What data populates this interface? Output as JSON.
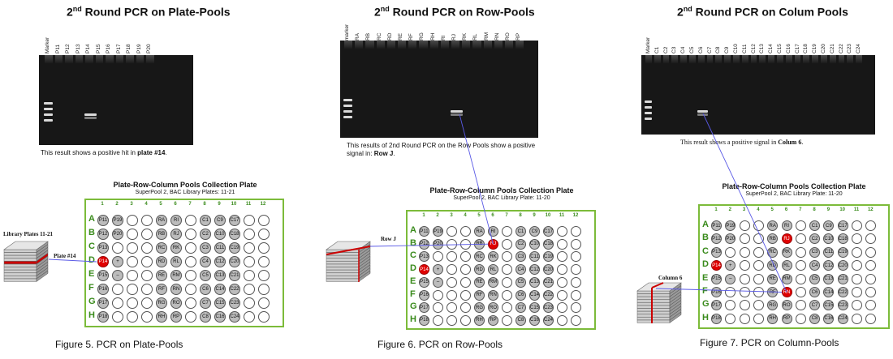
{
  "panels": [
    {
      "title_pre": "2",
      "title_sup": "nd",
      "title_post": " Round PCR on Plate-Pools",
      "lanes": [
        "Marker",
        "P11",
        "P12",
        "P13",
        "P14",
        "P15",
        "P16",
        "P17",
        "P18",
        "P19",
        "P20"
      ],
      "caption_pre": "This result shows a positive hit in ",
      "caption_bold": "plate #14",
      "caption_post": ".",
      "plate_title": "Plate-Row-Column Pools Collection Plate",
      "plate_sub": "SuperPool 2, BAC Library Plates: 11-21",
      "library_label": "Library Plates 11-21",
      "arrow_label": "Plate #14",
      "figure_caption": "Figure 5. PCR on  Plate-Pools",
      "positive_lane": "P14",
      "red_wells": [
        "D1"
      ]
    },
    {
      "title_pre": "2",
      "title_sup": "nd",
      "title_post": " Round PCR on Row-Pools",
      "lanes": [
        "marker",
        "RA",
        "RB",
        "RC",
        "RD",
        "RE",
        "RF",
        "RG",
        "RH",
        "RI",
        "RJ",
        "RK",
        "RL",
        "RM",
        "RN",
        "RO",
        "RP"
      ],
      "caption_pre": "This results of 2nd Round PCR on the Row Pools show a positive signal in: ",
      "caption_bold": "Row J",
      "caption_post": ".",
      "plate_title": "Plate-Row-Column Pools Collection Plate",
      "plate_sub": "SuperPool 2, BAC Library Plate: 11-20",
      "library_label": "Row J",
      "figure_caption": "Figure 6. PCR on  Row-Pools",
      "positive_lane": "RJ",
      "red_wells": [
        "D1",
        "B6"
      ]
    },
    {
      "title_pre": "2",
      "title_sup": "nd",
      "title_post": " Round PCR on Colum Pools",
      "lanes": [
        "Marker",
        "C1",
        "C2",
        "C3",
        "C4",
        "C5",
        "C6",
        "C7",
        "C8",
        "C9",
        "C10",
        "C11",
        "C12",
        "C13",
        "C14",
        "C15",
        "C16",
        "C17",
        "C18",
        "C19",
        "C20",
        "C21",
        "C22",
        "C23",
        "C24"
      ],
      "caption_pre": "This result shows a positive signal in ",
      "caption_bold": "Colum 6",
      "caption_post": ".",
      "plate_title": "Plate-Row-Column Pools Collection Plate",
      "plate_sub": "SuperPool 2, BAC Library Plate: 11-20",
      "library_label": "Column 6",
      "figure_caption": "Figure 7. PCR on  Column-Pools",
      "positive_lane": "C6",
      "red_wells": [
        "D1",
        "B6",
        "F6"
      ]
    }
  ],
  "plate_layout": {
    "columns": [
      "1",
      "2",
      "3",
      "4",
      "5",
      "6",
      "7",
      "8",
      "9",
      "10",
      "11",
      "12"
    ],
    "rows": [
      "A",
      "B",
      "C",
      "D",
      "E",
      "F",
      "G",
      "H"
    ],
    "wells": {
      "A": [
        "P11",
        "P19",
        "",
        "",
        "RA",
        "RI",
        "",
        "C1",
        "C9",
        "C17",
        "",
        ""
      ],
      "B": [
        "P12",
        "P20",
        "",
        "",
        "RB",
        "RJ",
        "",
        "C2",
        "C10",
        "C18",
        "",
        ""
      ],
      "C": [
        "P13",
        "",
        "",
        "",
        "RC",
        "RK",
        "",
        "C3",
        "C11",
        "C19",
        "",
        ""
      ],
      "D": [
        "P14",
        "+",
        "",
        "",
        "RD",
        "RL",
        "",
        "C4",
        "C12",
        "C20",
        "",
        ""
      ],
      "E": [
        "P15",
        "–",
        "",
        "",
        "RE",
        "RM",
        "",
        "C5",
        "C13",
        "C21",
        "",
        ""
      ],
      "F": [
        "P16",
        "",
        "",
        "",
        "RF",
        "RN",
        "",
        "C6",
        "C14",
        "C22",
        "",
        ""
      ],
      "G": [
        "P17",
        "",
        "",
        "",
        "RG",
        "RO",
        "",
        "C7",
        "C15",
        "C23",
        "",
        ""
      ],
      "H": [
        "P18",
        "",
        "",
        "",
        "RH",
        "RP",
        "",
        "C8",
        "C16",
        "C24",
        "",
        ""
      ]
    }
  },
  "colors": {
    "plate_border": "#7cbb3a",
    "row_col_labels": "#3a8b1c",
    "positive_well": "#e00000",
    "pool_well": "#bcbcbc",
    "pointer_line": "#5a5ae6",
    "stack_highlight": "#cc0000"
  }
}
